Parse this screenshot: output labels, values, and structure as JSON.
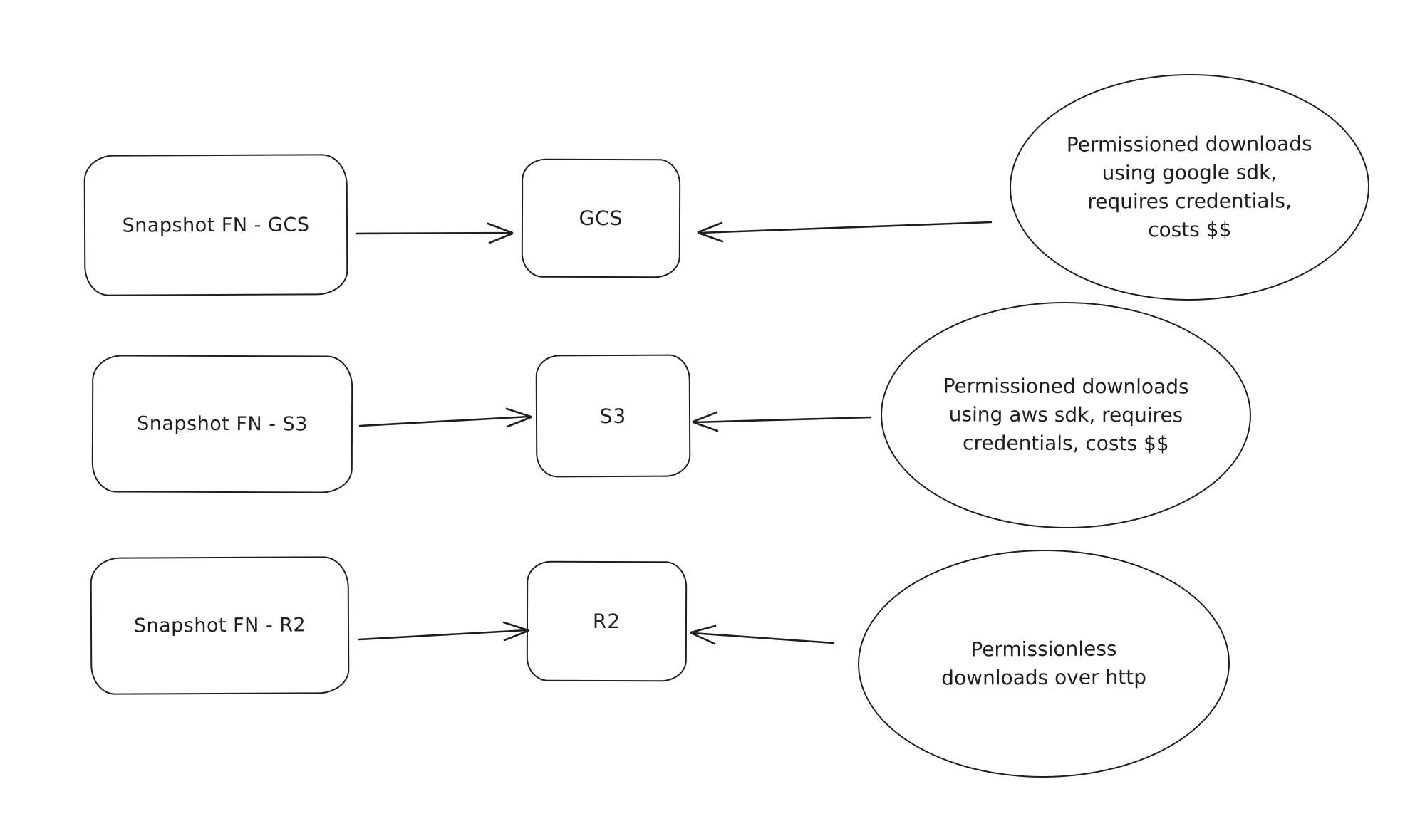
{
  "diagram": {
    "type": "flow-diagram",
    "style": "hand-drawn whiteboard sketch",
    "colors": {
      "stroke": "#1e1e1e",
      "background": "#ffffff"
    },
    "rows": [
      {
        "source": "Snapshot FN - GCS",
        "target": "GCS",
        "note": "Permissioned downloads\nusing google sdk,\nrequires credentials,\ncosts $$"
      },
      {
        "source": "Snapshot FN - S3",
        "target": "S3",
        "note": "Permissioned downloads\nusing aws sdk, requires\ncredentials, costs $$"
      },
      {
        "source": "Snapshot FN - R2",
        "target": "R2",
        "note": "Permissionless\ndownloads over http"
      }
    ]
  }
}
